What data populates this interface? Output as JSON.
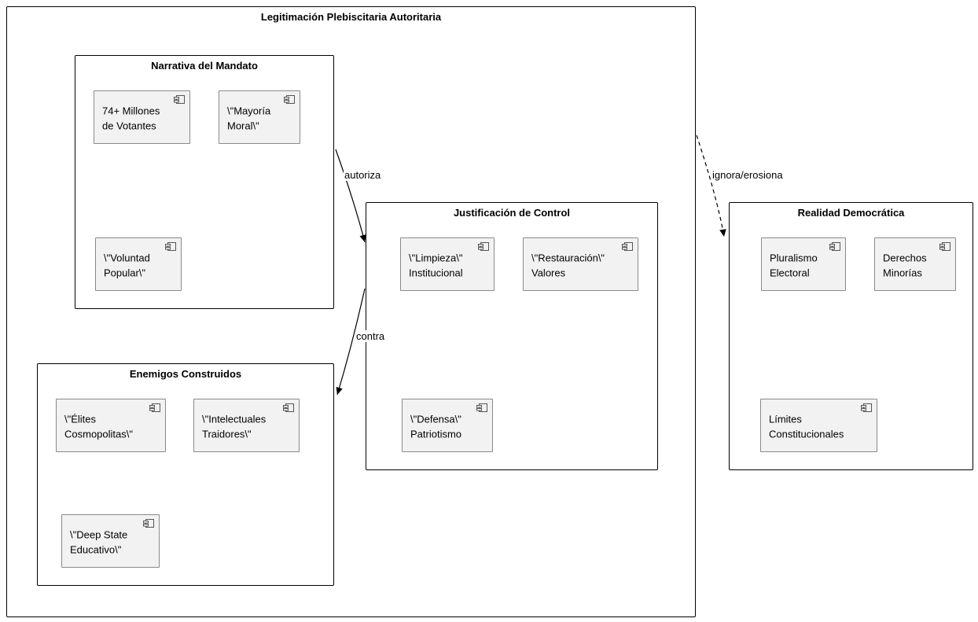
{
  "diagram": {
    "title": "Legitimación Plebiscitaria Autoritaria",
    "groups": [
      {
        "title": "Narrativa del Mandato",
        "components": [
          {
            "label": "74+ Millones\nde Votantes"
          },
          {
            "label": "\\\"Mayoría\nMoral\\\""
          },
          {
            "label": "\\\"Voluntad\nPopular\\\""
          }
        ]
      },
      {
        "title": "Enemigos Construidos",
        "components": [
          {
            "label": "\\\"Élites\nCosmopolitas\\\""
          },
          {
            "label": "\\\"Intelectuales\nTraidores\\\""
          },
          {
            "label": "\\\"Deep State\nEducativo\\\""
          }
        ]
      },
      {
        "title": "Justificación de Control",
        "components": [
          {
            "label": "\\\"Limpieza\\\"\nInstitucional"
          },
          {
            "label": "\\\"Restauración\\\"\nValores"
          },
          {
            "label": "\\\"Defensa\\\"\nPatriotismo"
          }
        ]
      },
      {
        "title": "Realidad Democrática",
        "components": [
          {
            "label": "Pluralismo\nElectoral"
          },
          {
            "label": "Derechos\nMinorías"
          },
          {
            "label": "Límites\nConstitucionales"
          }
        ]
      }
    ],
    "edges": [
      {
        "label": "autoriza",
        "style": "solid"
      },
      {
        "label": "contra",
        "style": "solid"
      },
      {
        "label": "ignora/erosiona",
        "style": "dashed"
      }
    ],
    "colors": {
      "component_fill": "#f2f2f2",
      "component_border": "#8a8a8a",
      "container_border": "#000000",
      "edge": "#000000"
    }
  }
}
